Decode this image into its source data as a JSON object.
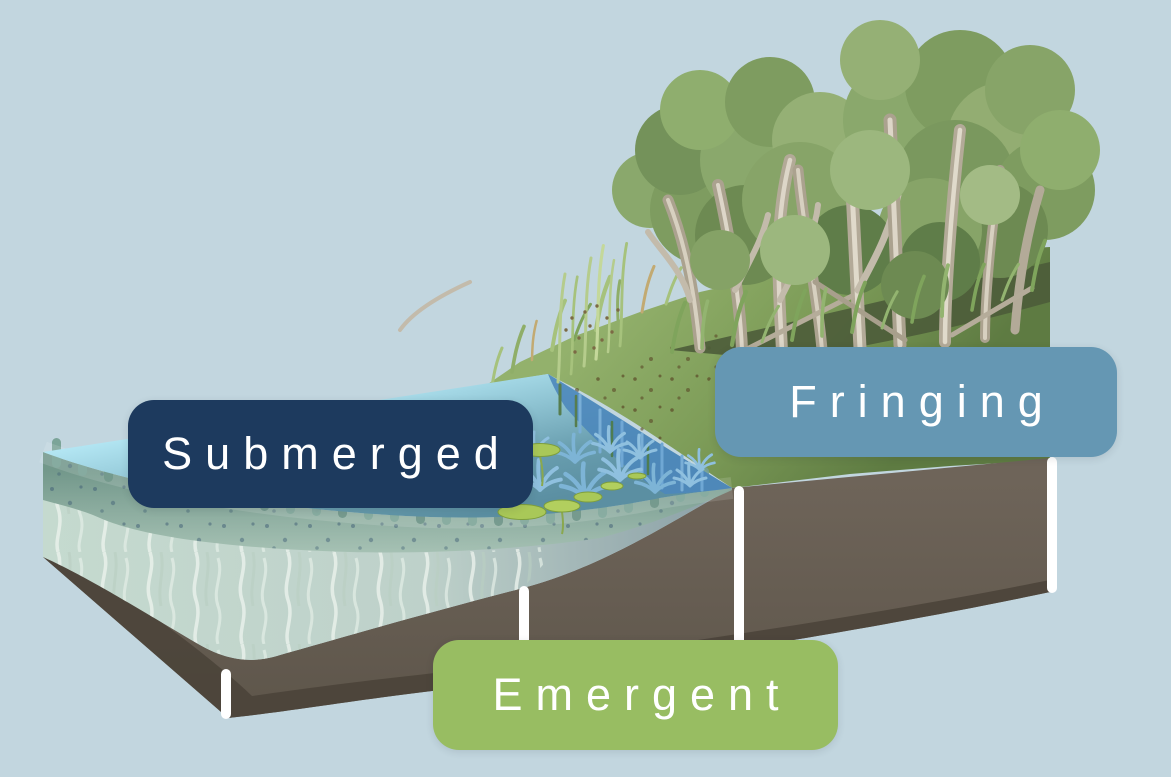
{
  "scene": {
    "background": "#c2d6df",
    "colors": {
      "water_open": "#5e93a6",
      "water_shallow": "#aee3f2",
      "water_reed_reflection": "#4d87bb",
      "submerged_weed": "#76a093",
      "cross_section_face": "#c9dcd2",
      "soil": "#665d52",
      "soil_shadow": "#4b443a",
      "grass_bank": "#7d9c58",
      "tree_foliage": "#83a065",
      "tree_trunk": "#c3bbab",
      "lily_pad": "#a9c858",
      "pointer_line": "#ffffff"
    }
  },
  "zones": [
    {
      "id": "submerged",
      "label": "Submerged",
      "badge_color": "#1d3a5e",
      "text_color": "#ffffff"
    },
    {
      "id": "emergent",
      "label": "Emergent",
      "badge_color": "#98bd62",
      "text_color": "#ffffff"
    },
    {
      "id": "fringing",
      "label": "Fringing",
      "badge_color": "#6597b3",
      "text_color": "#ffffff"
    }
  ]
}
